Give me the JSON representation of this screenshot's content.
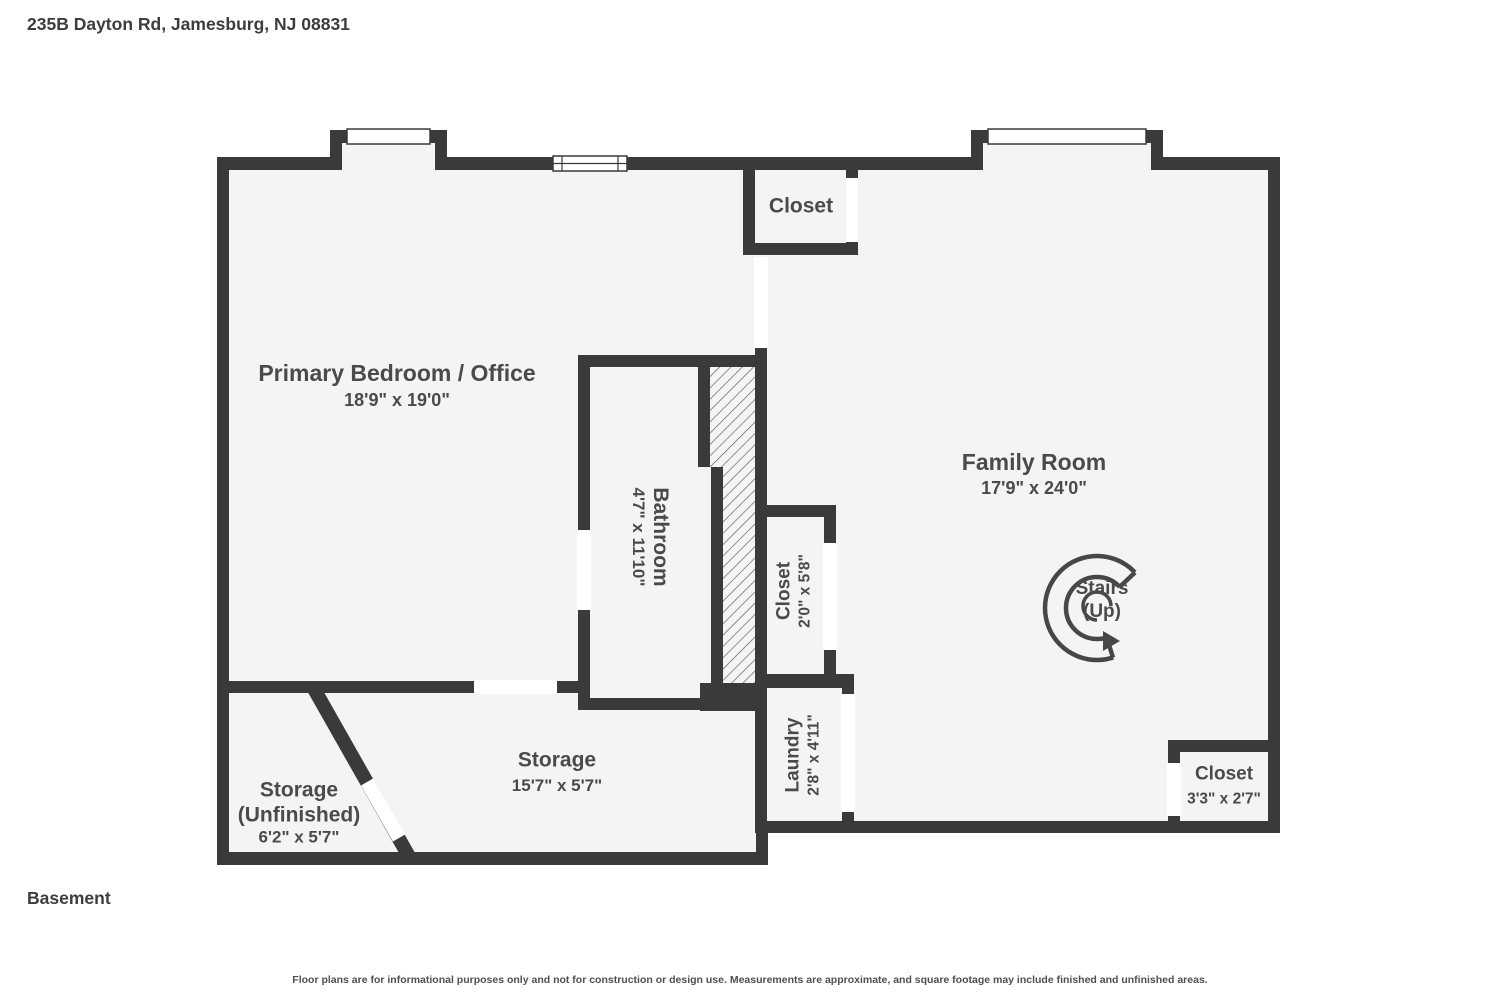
{
  "title": {
    "address": "235B Dayton Rd, Jamesburg, NJ 08831"
  },
  "floor_label": "Basement",
  "disclaimer": "Floor plans are for informational purposes only and not for construction or design use. Measurements are approximate, and square footage may include finished and unfinished areas.",
  "colors": {
    "wall": "#3a3a3b",
    "floor": "#f5f4f3",
    "opening": "#ffffff",
    "text": "#4a4a4a"
  },
  "icons": {
    "stairs_up": "circular-arrow-clockwise"
  },
  "rooms": {
    "primary": {
      "name": "Primary Bedroom / Office",
      "dims": "18'9\" x 19'0\""
    },
    "closet_top": {
      "name": "Closet"
    },
    "family": {
      "name": "Family Room",
      "dims": "17'9\" x 24'0\""
    },
    "bathroom": {
      "name": "Bathroom",
      "dims": "4'7\" x 11'10\""
    },
    "closet_mid": {
      "name": "Closet",
      "dims": "2'0\" x 5'8\""
    },
    "laundry": {
      "name": "Laundry",
      "dims": "2'8\" x 4'11\""
    },
    "storage": {
      "name": "Storage",
      "dims": "15'7\" x 5'7\""
    },
    "storage_unfinished": {
      "name_line1": "Storage",
      "name_line2": "(Unfinished)",
      "dims": "6'2\" x 5'7\""
    },
    "closet_br": {
      "name": "Closet",
      "dims": "3'3\" x 2'7\""
    },
    "stairs": {
      "line1": "Stairs",
      "line2": "(Up)"
    }
  }
}
